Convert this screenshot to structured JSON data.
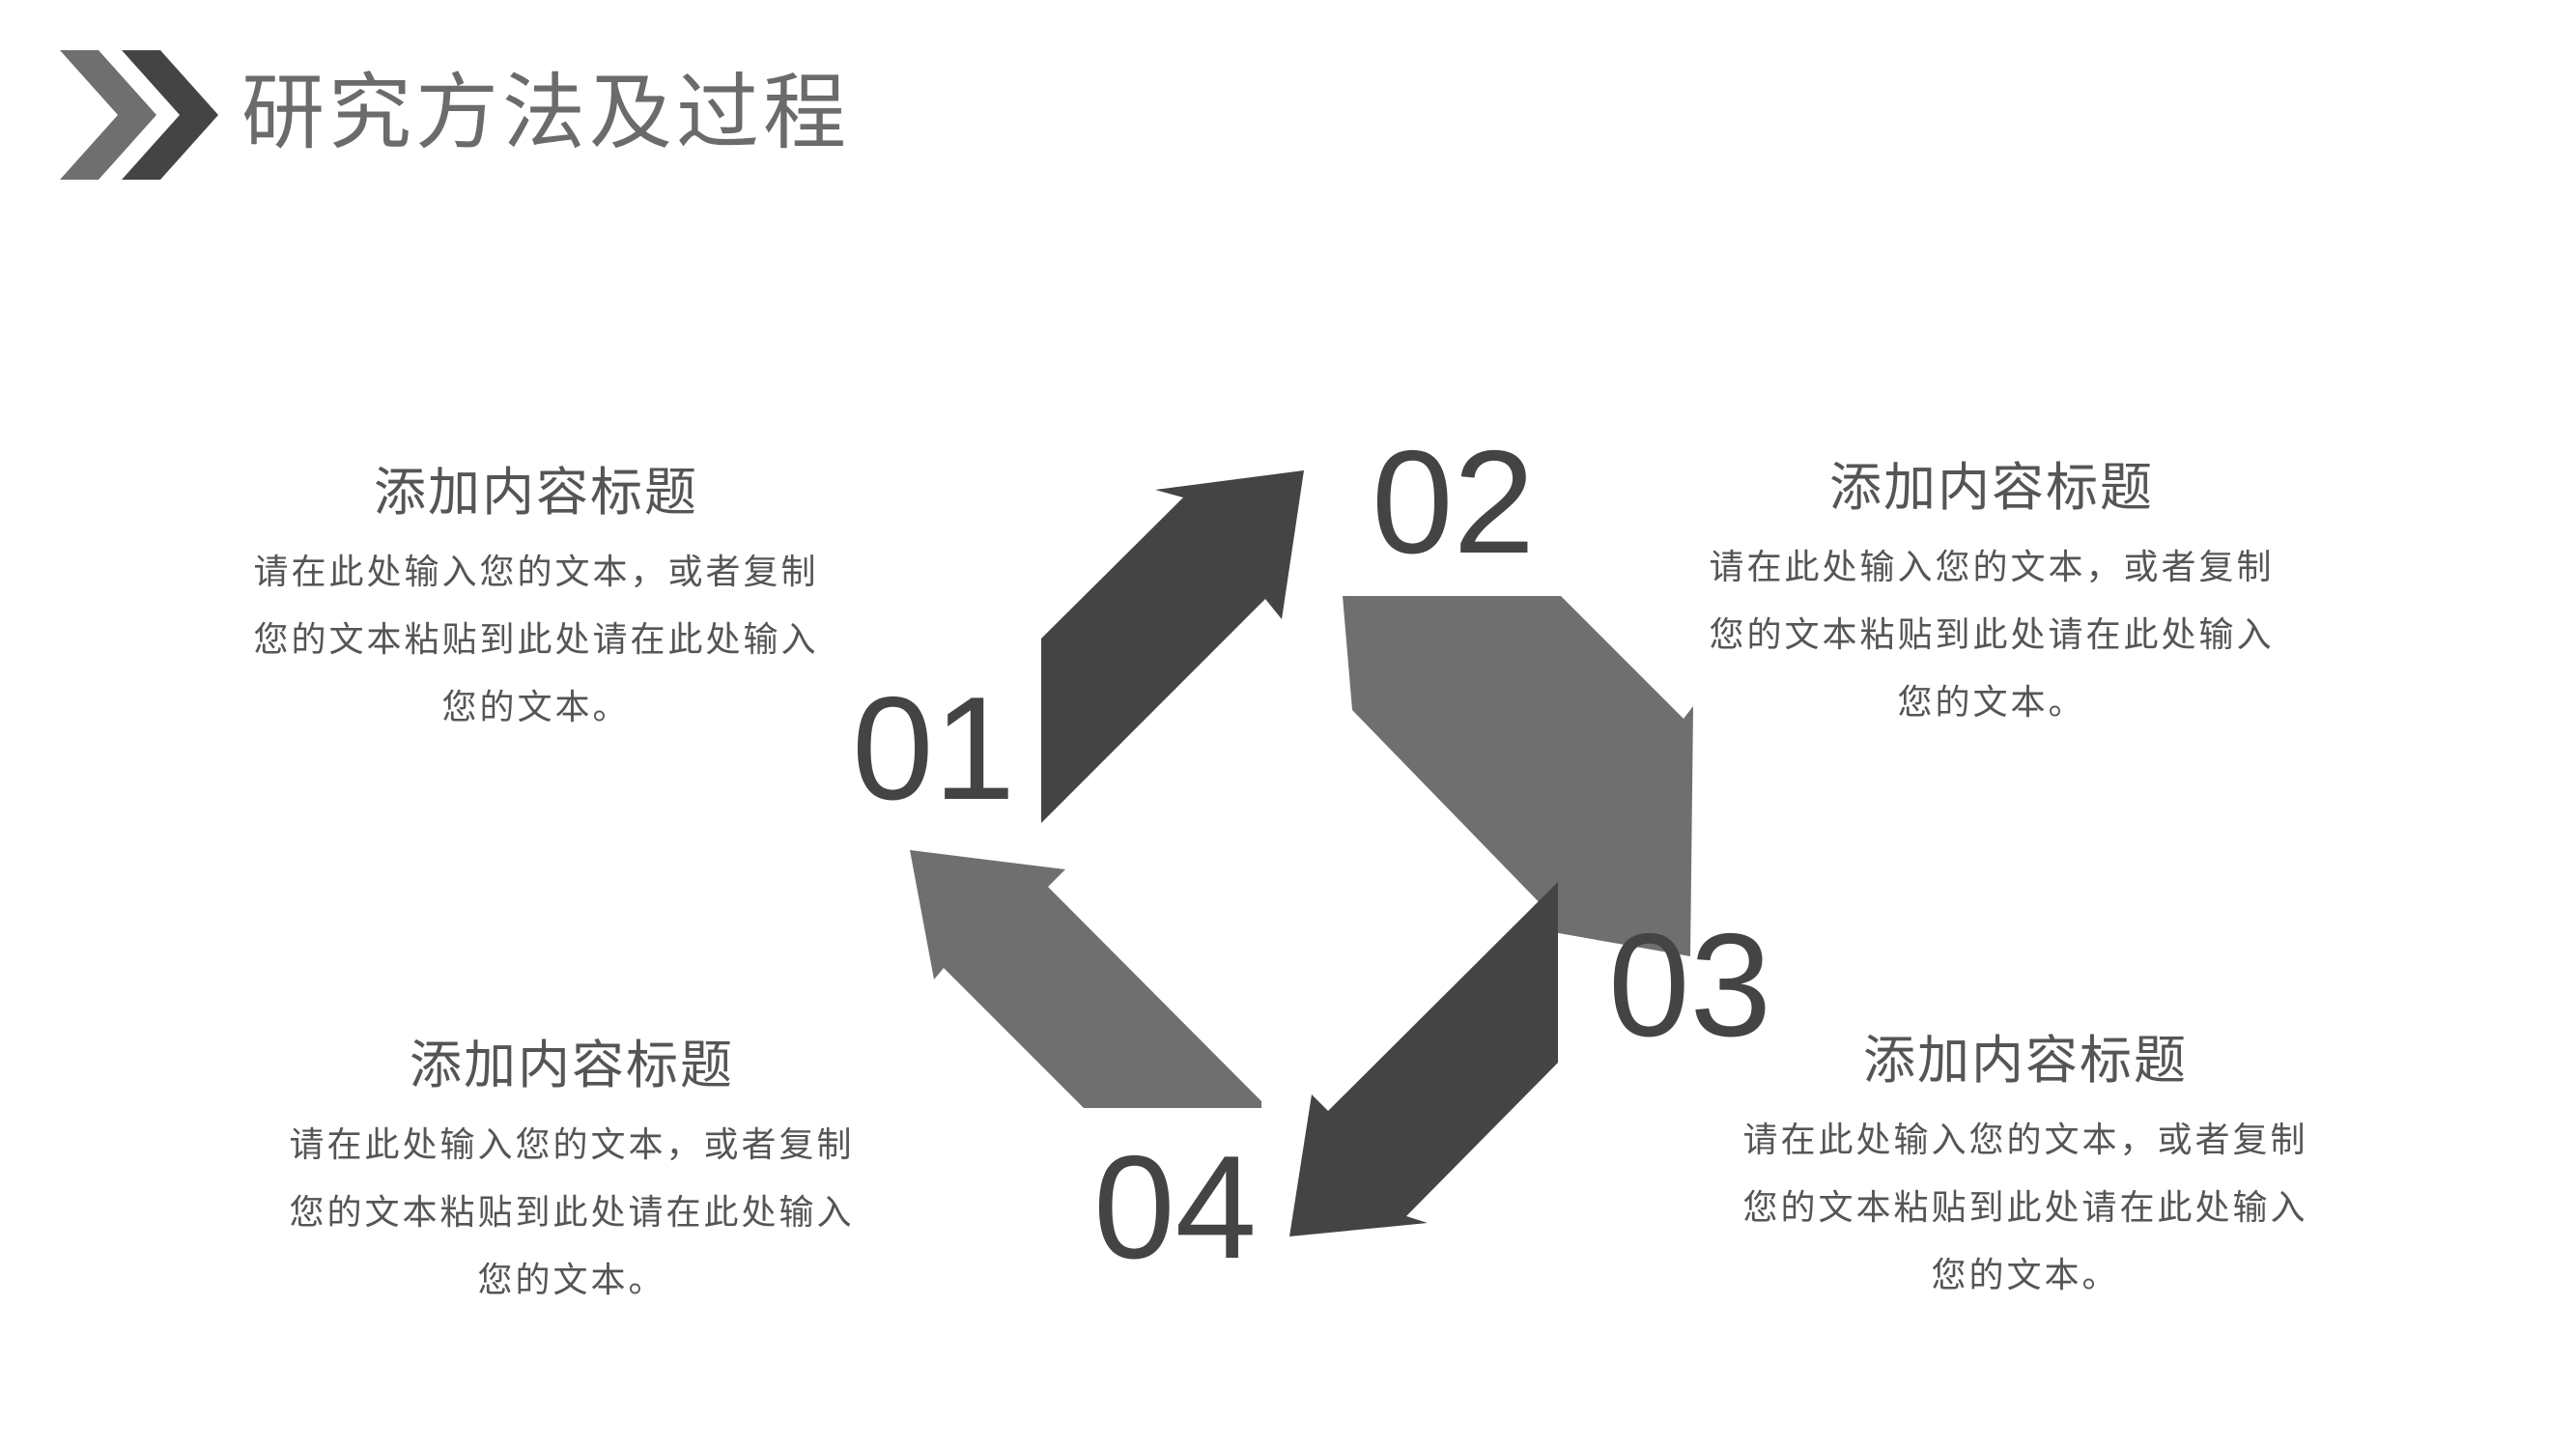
{
  "title": "研究方法及过程",
  "colors": {
    "dark": "#444444",
    "medium": "#6f6f6f",
    "title": "#6b6b6b",
    "text": "#555555"
  },
  "steps": [
    {
      "number": "01",
      "title": "添加内容标题",
      "body": "请在此处输入您的文本，或者复制您的文本粘贴到此处请在此处输入您的文本。"
    },
    {
      "number": "02",
      "title": "添加内容标题",
      "body": "请在此处输入您的文本，或者复制您的文本粘贴到此处请在此处输入您的文本。"
    },
    {
      "number": "03",
      "title": "添加内容标题",
      "body": "请在此处输入您的文本，或者复制您的文本粘贴到此处请在此处输入您的文本。"
    },
    {
      "number": "04",
      "title": "添加内容标题",
      "body": "请在此处输入您的文本，或者复制您的文本粘贴到此处请在此处输入您的文本。"
    }
  ]
}
